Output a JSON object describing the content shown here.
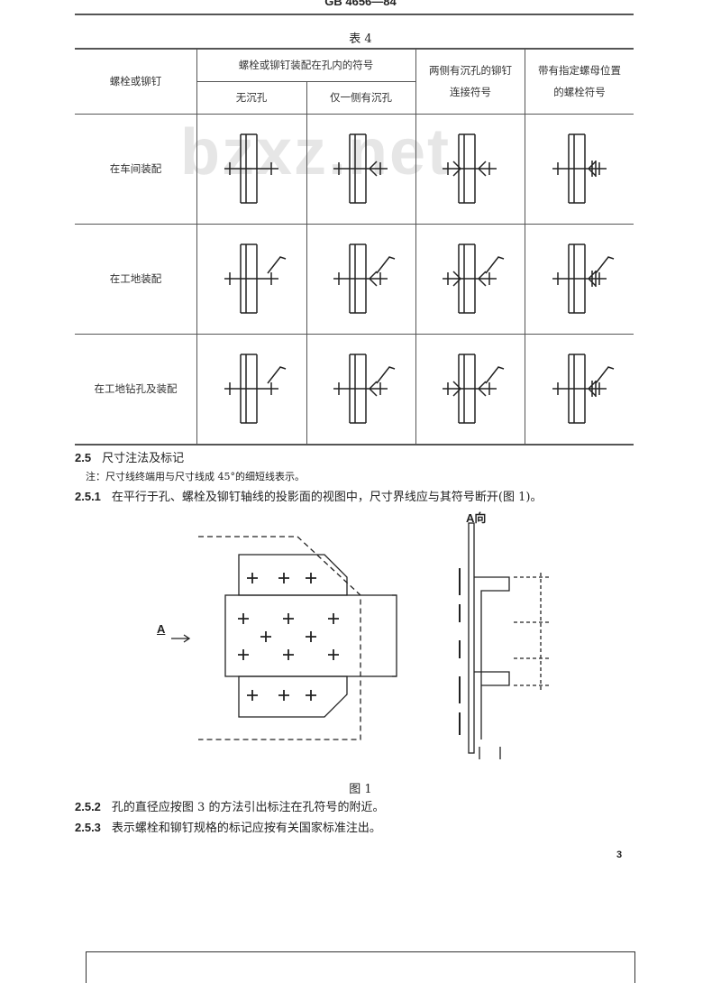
{
  "header": {
    "standard_code": "GB 4656—84"
  },
  "table": {
    "caption": "表 4",
    "headers": {
      "col1": "螺栓或铆钉",
      "group": "螺栓或铆钉装配在孔内的符号",
      "sub1": "无沉孔",
      "sub2": "仅一侧有沉孔",
      "col4": "两侧有沉孔的铆钉连接符号",
      "col5": "带有指定螺母位置的螺栓符号"
    },
    "rows": [
      {
        "label": "在车间装配"
      },
      {
        "label": "在工地装配"
      },
      {
        "label": "在工地钻孔及装配"
      }
    ]
  },
  "watermark": "bzxz.net",
  "sections": {
    "s25_num": "2.5",
    "s25_title": "尺寸注法及标记",
    "note": "注：尺寸线终端用与尺寸线成 45°的细短线表示。",
    "s251_num": "2.5.1",
    "s251_text": "在平行于孔、螺栓及铆钉轴线的投影面的视图中，尺寸界线应与其符号断开(图 1)。",
    "s252_num": "2.5.2",
    "s252_text": "孔的直径应按图 3 的方法引出标注在孔符号的附近。",
    "s253_num": "2.5.3",
    "s253_text": "表示螺栓和铆钉规格的标记应按有关国家标准注出。"
  },
  "figure": {
    "caption": "图 1",
    "view_label": "A向",
    "arrow_label": "A"
  },
  "page_number": "3"
}
